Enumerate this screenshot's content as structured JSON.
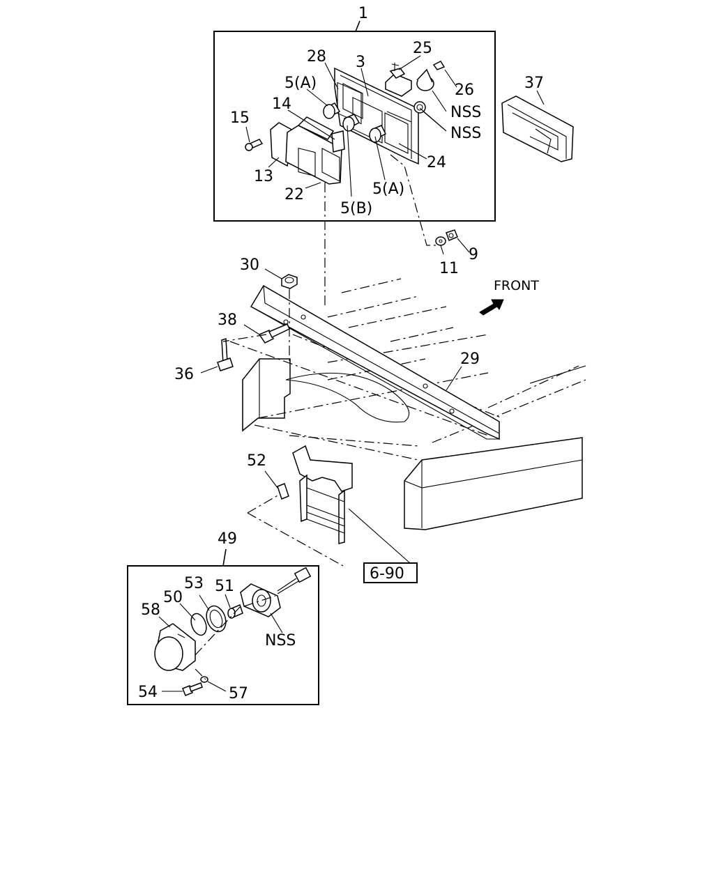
{
  "labels": {
    "l1": "1",
    "l28": "28",
    "l3": "3",
    "l25": "25",
    "l26": "26",
    "l5a_top": "5(A)",
    "l14": "14",
    "l15": "15",
    "l13": "13",
    "l22": "22",
    "l5b": "5(B)",
    "l5a_bot": "5(A)",
    "l24": "24",
    "lnss1": "NSS",
    "lnss2": "NSS",
    "l37": "37",
    "l9": "9",
    "l11": "11",
    "l30": "30",
    "l38": "38",
    "l36": "36",
    "l29": "29",
    "lfront": "FRONT",
    "l52": "52",
    "l690": "6-90",
    "l49": "49",
    "l53": "53",
    "l51": "51",
    "l50": "50",
    "l58": "58",
    "lnss3": "NSS",
    "l54": "54",
    "l57": "57"
  }
}
